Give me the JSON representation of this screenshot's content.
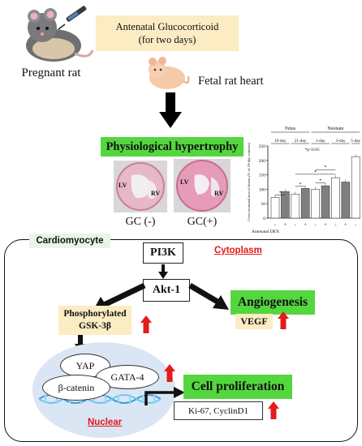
{
  "colors": {
    "highlight_green": "#54d63f",
    "label_cream": "#fbecc3",
    "red_label": "#e01818",
    "up_arrow_red": "#e31b1b",
    "nucleus_blue": "#dbe6f4",
    "bar_gray": "#7f7f7f"
  },
  "top": {
    "pregnant_rat_label": "Pregnant rat",
    "treatment_line1": "Antenatal Glucocorticoid",
    "treatment_line2": "(for two days)",
    "fetal_heart_label": "Fetal rat heart"
  },
  "hypertrophy": {
    "title": "Physiological hypertrophy",
    "lv_label": "LV",
    "rv_label": "RV",
    "control_label": "GC (-)",
    "treated_label": "GC(+)"
  },
  "chart_data": {
    "type": "bar",
    "title": "",
    "ylabel": "Cross sectional area of hearts (% of 19-day controls)",
    "ylim": [
      0,
      250
    ],
    "yticks": [
      0,
      50,
      100,
      150,
      200,
      250
    ],
    "grid": false,
    "group_headers": [
      "Fetus",
      "Neonate"
    ],
    "categories": [
      "19-day",
      "21-day",
      "1-day",
      "3-day",
      "5-day"
    ],
    "xlabel": "Antenatal DEX",
    "dex_markers": [
      "-",
      "+",
      "-",
      "+",
      "-",
      "+",
      "-",
      "+",
      "-"
    ],
    "significance_note": "*p<0.05",
    "significance_mark": "*",
    "bars": [
      {
        "category": "19-day",
        "dex": "-",
        "value": 72
      },
      {
        "category": "19-day",
        "dex": "+",
        "value": 92
      },
      {
        "category": "21-day",
        "dex": "-",
        "value": 83
      },
      {
        "category": "21-day",
        "dex": "+",
        "value": 103
      },
      {
        "category": "1-day",
        "dex": "-",
        "value": 100
      },
      {
        "category": "1-day",
        "dex": "+",
        "value": 112
      },
      {
        "category": "3-day",
        "dex": "-",
        "value": 140
      },
      {
        "category": "3-day",
        "dex": "+",
        "value": 125
      },
      {
        "category": "5-day",
        "dex": "-",
        "value": 213
      }
    ]
  },
  "cell": {
    "cardiomyocyte_label": "Cardiomyocyte",
    "cytoplasm_label": "Cytoplasm",
    "pi3k": "PI3K",
    "akt": "Akt-1",
    "gsk_line1": "Phosphorylated",
    "gsk_line2": "GSK-3β",
    "angiogenesis": "Angiogenesis",
    "vegf": "VEGF",
    "yap": "YAP",
    "gata4": "GATA-4",
    "beta_catenin": "β-catenin",
    "nuclear_label": "Nuclear",
    "proliferation": "Cell proliferation",
    "markers": "Ki-67, CyclinD1"
  }
}
